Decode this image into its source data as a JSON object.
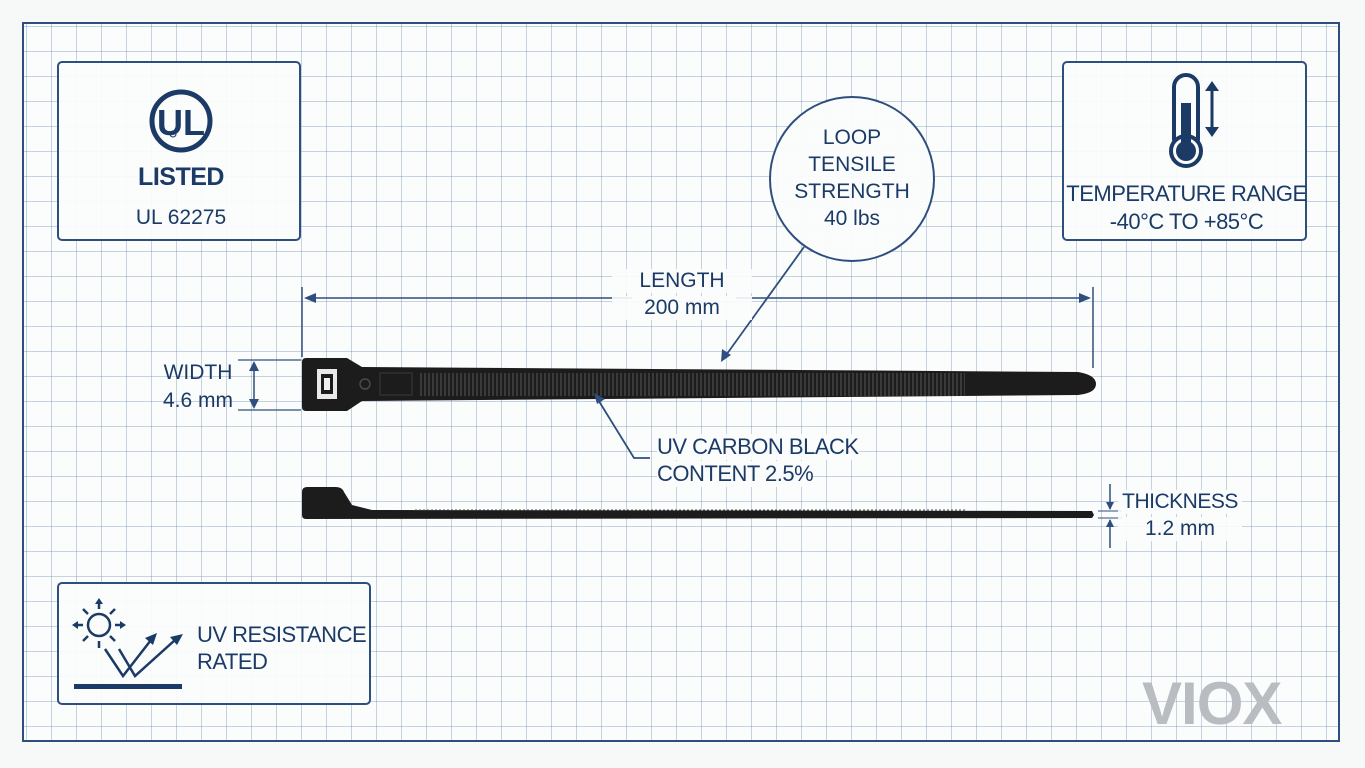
{
  "certification": {
    "logo_text": "UL",
    "listed_label": "LISTED",
    "standard": "UL 62275"
  },
  "temperature": {
    "label": "TEMPERATURE RANGE",
    "range": "-40°C TO +85°C"
  },
  "tensile": {
    "line1": "LOOP",
    "line2": "TENSILE",
    "line3": "STRENGTH",
    "value": "40 lbs"
  },
  "length": {
    "label": "LENGTH",
    "value": "200 mm"
  },
  "width": {
    "label": "WIDTH",
    "value": "4.6 mm"
  },
  "uv_content": {
    "line1": "UV CARBON BLACK",
    "line2": "CONTENT 2.5%"
  },
  "thickness": {
    "label": "THICKNESS",
    "value": "1.2 mm"
  },
  "uv_resistance": {
    "line1": "UV RESISTANCE",
    "line2": "RATED"
  },
  "brand": {
    "name": "VIOX"
  },
  "colors": {
    "ink": "#1b3a66",
    "grid": "#5a78a5",
    "tie": "#1a1a1a",
    "brand": "#b9bcc0"
  }
}
